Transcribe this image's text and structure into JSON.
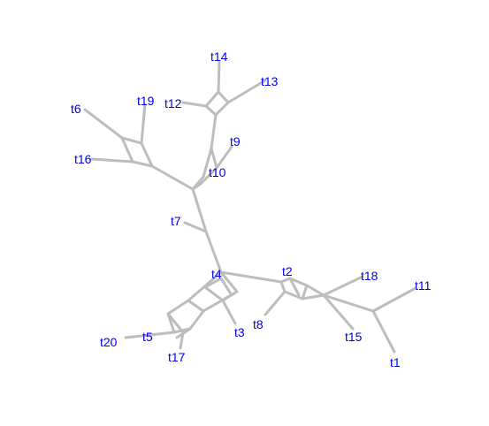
{
  "network": {
    "tips": {
      "t1": "t1",
      "t2": "t2",
      "t3": "t3",
      "t4": "t4",
      "t5": "t5",
      "t6": "t6",
      "t7": "t7",
      "t8": "t8",
      "t9": "t9",
      "t10": "t10",
      "t11": "t11",
      "t12": "t12",
      "t13": "t13",
      "t14": "t14",
      "t15": "t15",
      "t16": "t16",
      "t17": "t17",
      "t18": "t18",
      "t19": "t19",
      "t20": "t20"
    },
    "edge_color": "#bdbdbd",
    "label_color": "#0000ee"
  }
}
